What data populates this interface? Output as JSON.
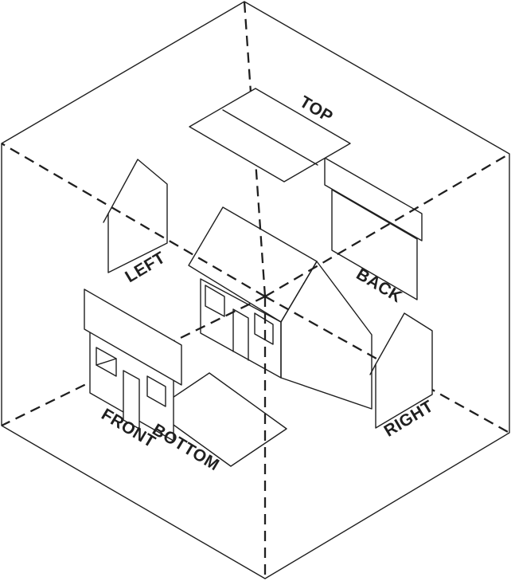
{
  "diagram": {
    "background": "#ffffff",
    "line_color": "#1f1f1f",
    "labels": {
      "top": "TOP",
      "back": "BACK",
      "left": "LEFT",
      "right": "RIGHT",
      "front": "FRONT",
      "bottom": "BOTTOM"
    }
  }
}
